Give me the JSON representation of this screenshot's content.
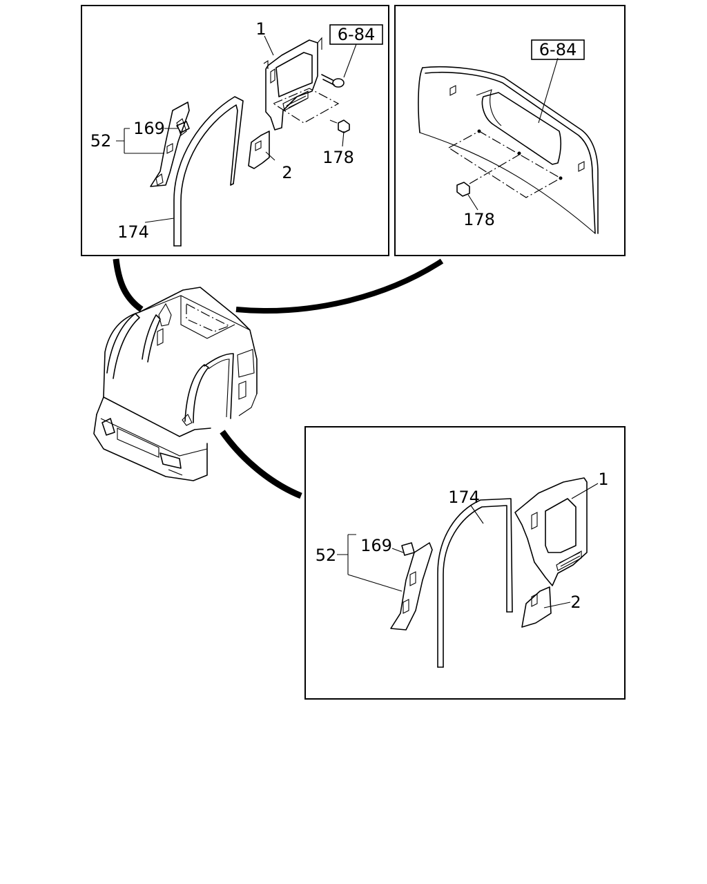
{
  "labels": {
    "panel_top_left": {
      "part_1": "1",
      "part_2": "2",
      "ref_box": "6-84",
      "part_178": "178",
      "part_169": "169",
      "part_52": "52",
      "part_174": "174"
    },
    "panel_top_right": {
      "ref_box": "6-84",
      "part_178": "178"
    },
    "panel_bottom_right": {
      "part_174": "174",
      "part_1": "1",
      "part_169": "169",
      "part_52": "52",
      "part_2": "2"
    }
  }
}
